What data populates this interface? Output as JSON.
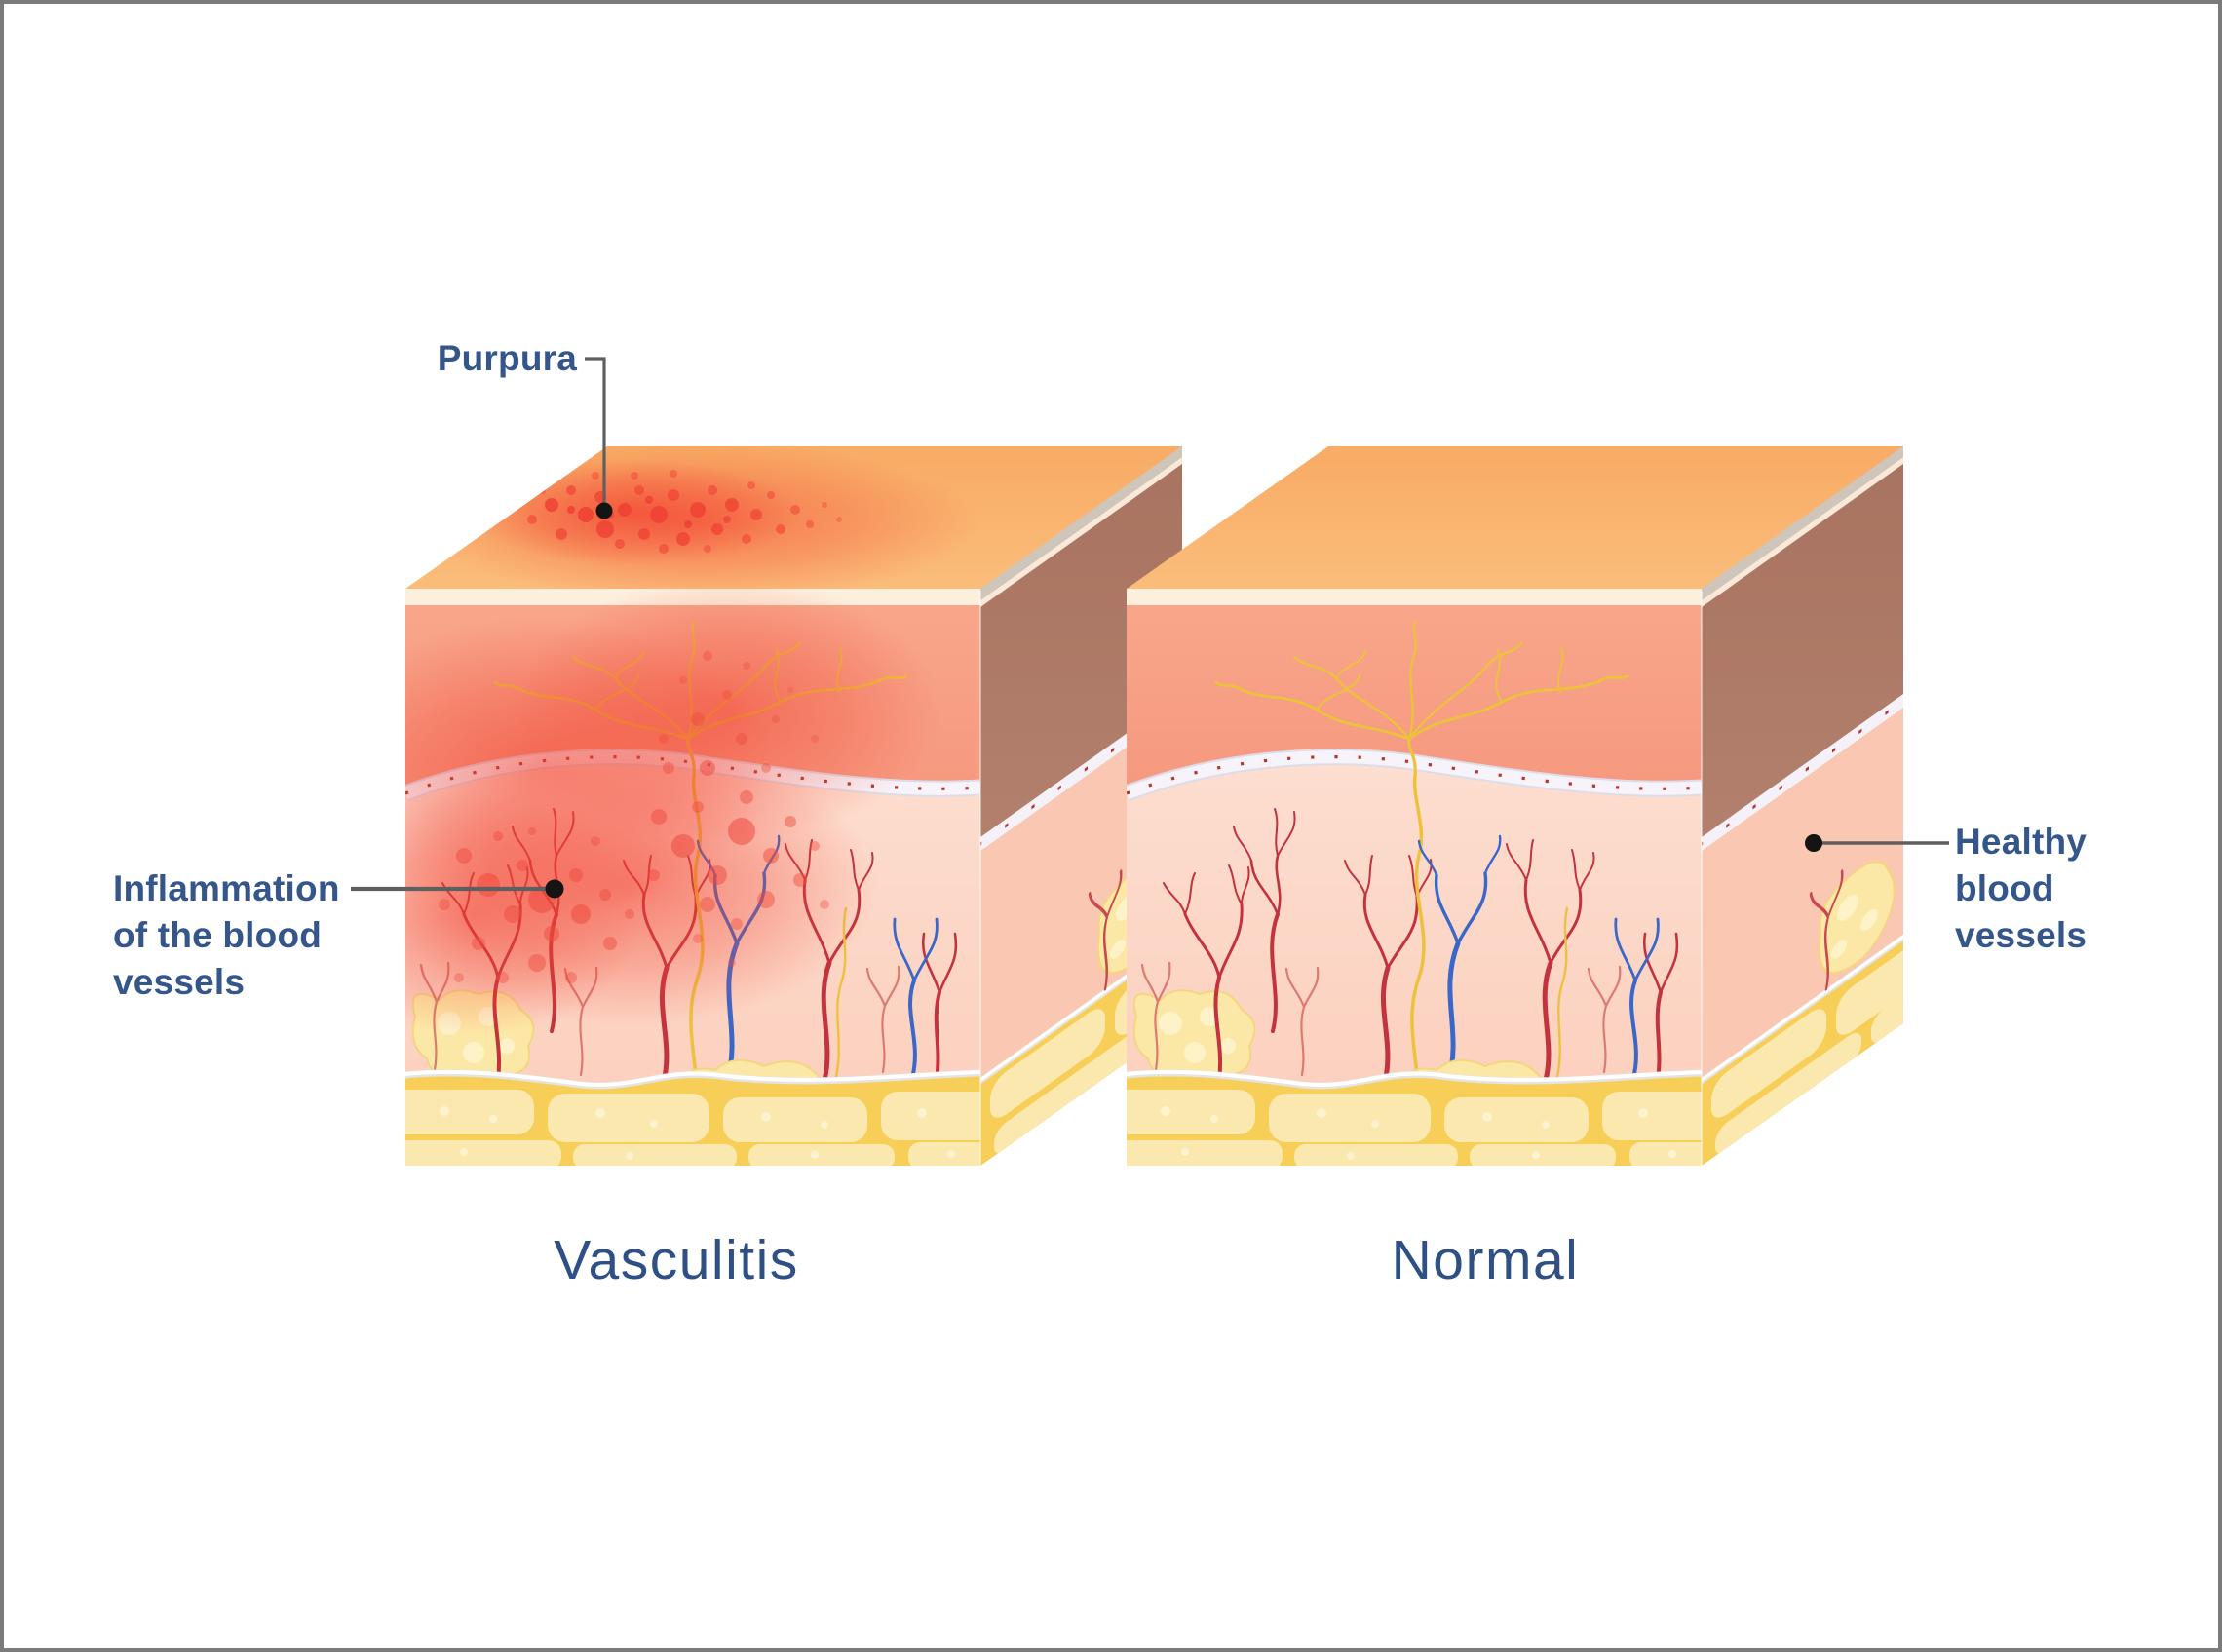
{
  "figure": {
    "description": "Comparison of skin cross-sections: vasculitis versus normal skin",
    "panels": [
      {
        "title": "Vasculitis",
        "state": "diseased"
      },
      {
        "title": "Normal",
        "state": "healthy"
      }
    ],
    "callouts": [
      {
        "text": "Purpura",
        "lines": [
          "Purpura"
        ],
        "points_to": "red purpura spots on skin surface of vasculitis block"
      },
      {
        "text": "Inflammation of the blood vessels",
        "lines": [
          "Inflammation",
          "of the blood",
          "vessels"
        ],
        "points_to": "inflamed red vessel area in dermis of vasculitis block"
      },
      {
        "text": "Healthy blood vessels",
        "lines": [
          "Healthy",
          "blood",
          "vessels"
        ],
        "points_to": "red vessel in dermis side face of normal block"
      }
    ],
    "colors": {
      "label_blue": "#35568B",
      "title_blue": "#2F5084",
      "leader_gray": "#5F5F5F",
      "callout_dot": "#141414",
      "border_gray": "#7B7B7B",
      "skin_top_orange": "#F9B26C",
      "stratum_cream": "#FCEFDC",
      "epidermis_salmon": "#F79C80",
      "dermis_pink": "#FCD5C5",
      "side_brown": "#B07B67",
      "side_pink": "#FAC8B2",
      "fat_yellow": "#F7CE57",
      "fat_stone": "#FBE8AE",
      "membrane_white": "#F4F2F8",
      "vessel_red": "#C2333E",
      "vessel_blue": "#3A67C8",
      "nerve_yellow": "#ECC23C",
      "inflammation_red": "#EF4335"
    }
  }
}
